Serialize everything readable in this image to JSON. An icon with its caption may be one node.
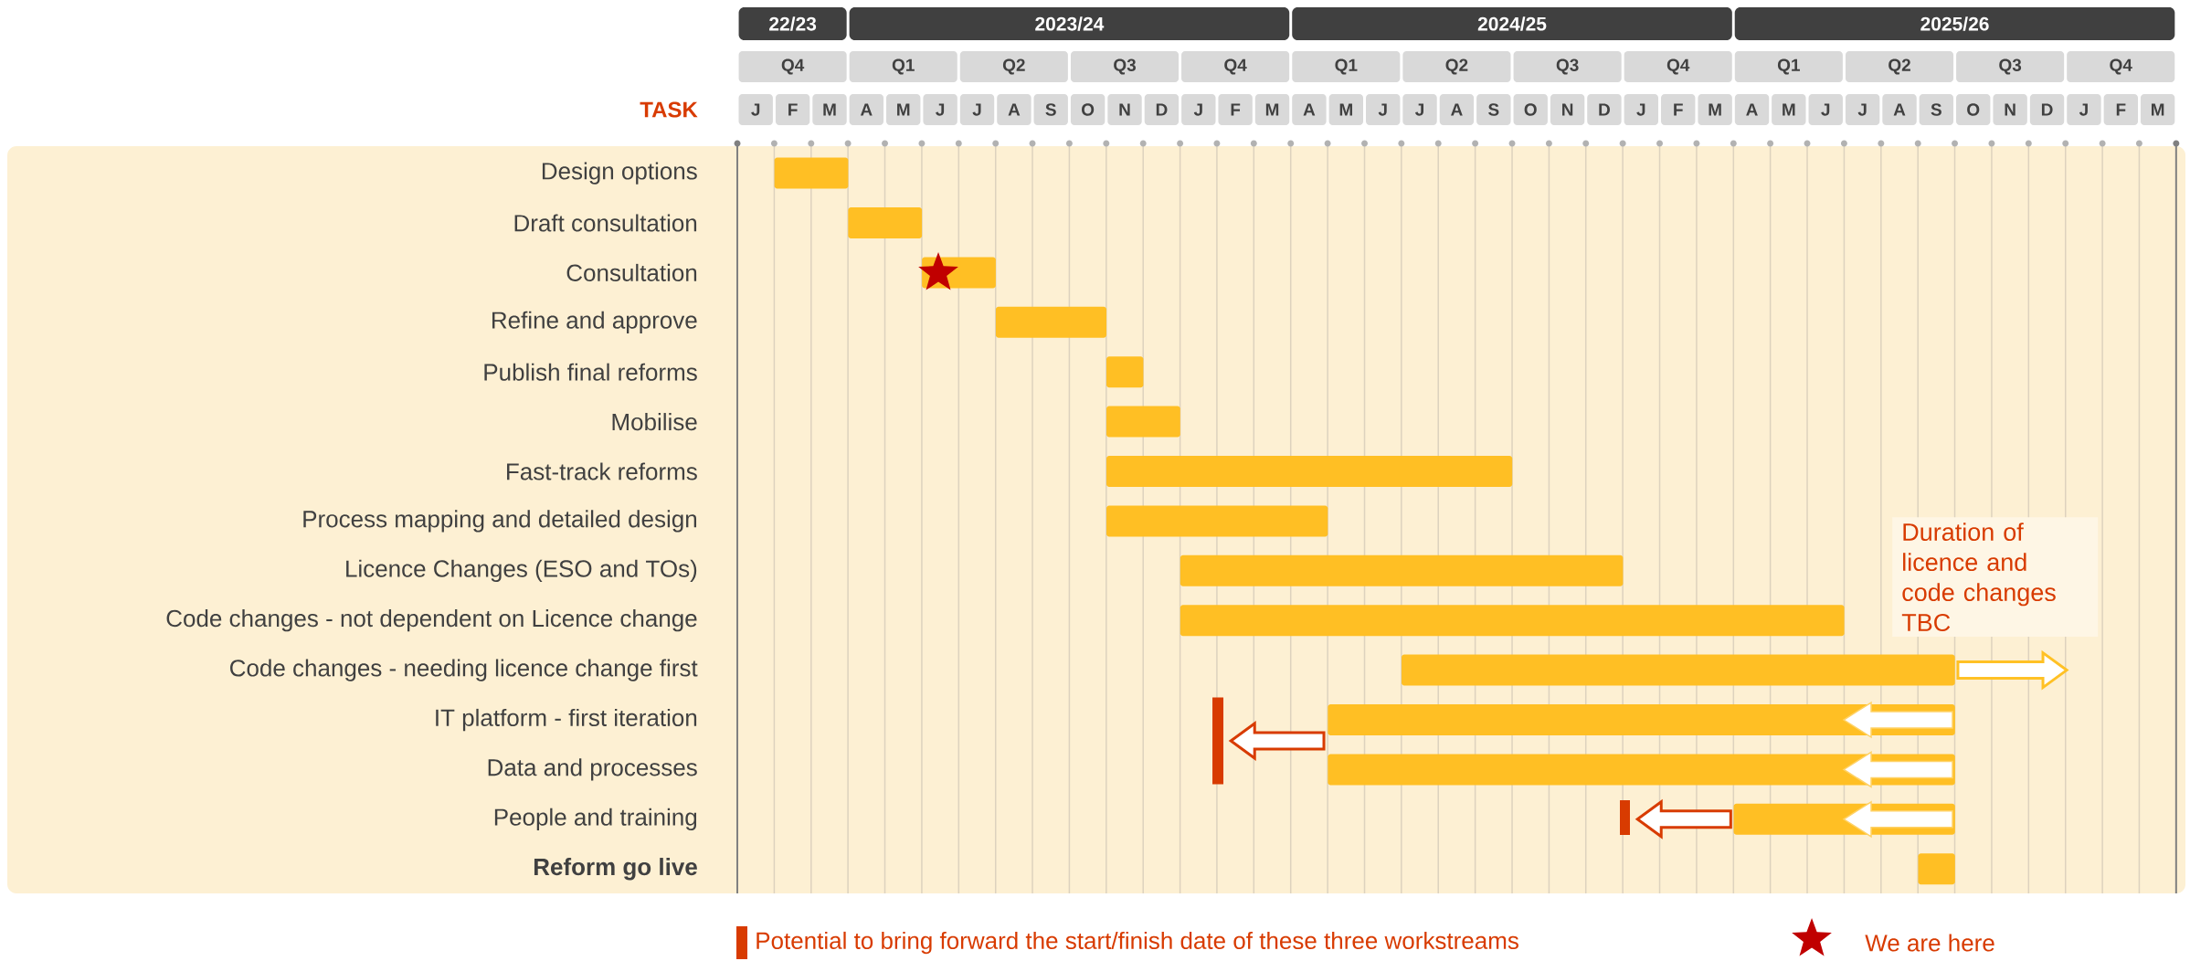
{
  "diagram": {
    "nodes": [
      {
        "text": [],
        "shape": "bar"
      },
      {
        "text": [],
        "shape": "bar"
      },
      {
        "text": [],
        "shape": "bar"
      },
      {
        "text": [],
        "shape": "bar"
      },
      {
        "text": [],
        "shape": "bar"
      },
      {
        "text": [],
        "shape": "bar"
      },
      {
        "text": [],
        "shape": "bar"
      },
      {
        "text": [],
        "shape": "bar"
      },
      {
        "text": [],
        "shape": "bar"
      },
      {
        "text": [],
        "shape": "bar"
      },
      {
        "text": [],
        "shape": "bar"
      },
      {
        "text": [],
        "shape": "bar"
      },
      {
        "text": [],
        "shape": "bar"
      },
      {
        "text": [],
        "shape": "bar"
      },
      {
        "text": [],
        "shape": "bar"
      },
      {
        "text": [],
        "shape": "bar"
      },
      {
        "text": [],
        "shape": "bar"
      }
    ],
    "edges": [
      {
        "from": null,
        "to": 15,
        "arrow": "to"
      },
      {
        "from": 13,
        "to": 16,
        "arrow": "to"
      },
      {
        "from": 10,
        "to": null,
        "arrow": "to",
        "color": "#ffc125"
      }
    ],
    "labels": [
      "TASK",
      "22/23",
      "2023/24",
      "2024/25",
      "2025/26",
      "Q4",
      "Q1",
      "Q2",
      "Q3",
      "Q4",
      "Q1",
      "Q2",
      "Q3",
      "Q4",
      "Q1",
      "Q2",
      "Q3",
      "Q4",
      "J",
      "F",
      "M",
      "A",
      "M",
      "J",
      "J",
      "A",
      "S",
      "O",
      "N",
      "D",
      "J",
      "F",
      "M",
      "A",
      "M",
      "J",
      "J",
      "A",
      "S",
      "O",
      "N",
      "D",
      "J",
      "F",
      "M",
      "A",
      "M",
      "J",
      "J",
      "A",
      "S",
      "O",
      "N",
      "D",
      "J",
      "F",
      "M",
      "Design options",
      "Draft consultation",
      "Consultation",
      "Refine and approve",
      "Publish final reforms",
      "Mobilise",
      "Fast-track reforms",
      "Process mapping and detailed design",
      "Duration of licence and code changes TBC",
      "Licence Changes (ESO and TOs)",
      "Code changes - not dependent on Licence change",
      "Code changes - needing licence change first",
      "IT platform - first iteration",
      "Data and processes",
      "People and training",
      "Reform go live"
    ],
    "legend": [
      {
        "text": "Potential to bring forward the start/finish date of these three workstreams",
        "color": "#d83b01"
      },
      {
        "text": "We are here"
      }
    ]
  }
}
